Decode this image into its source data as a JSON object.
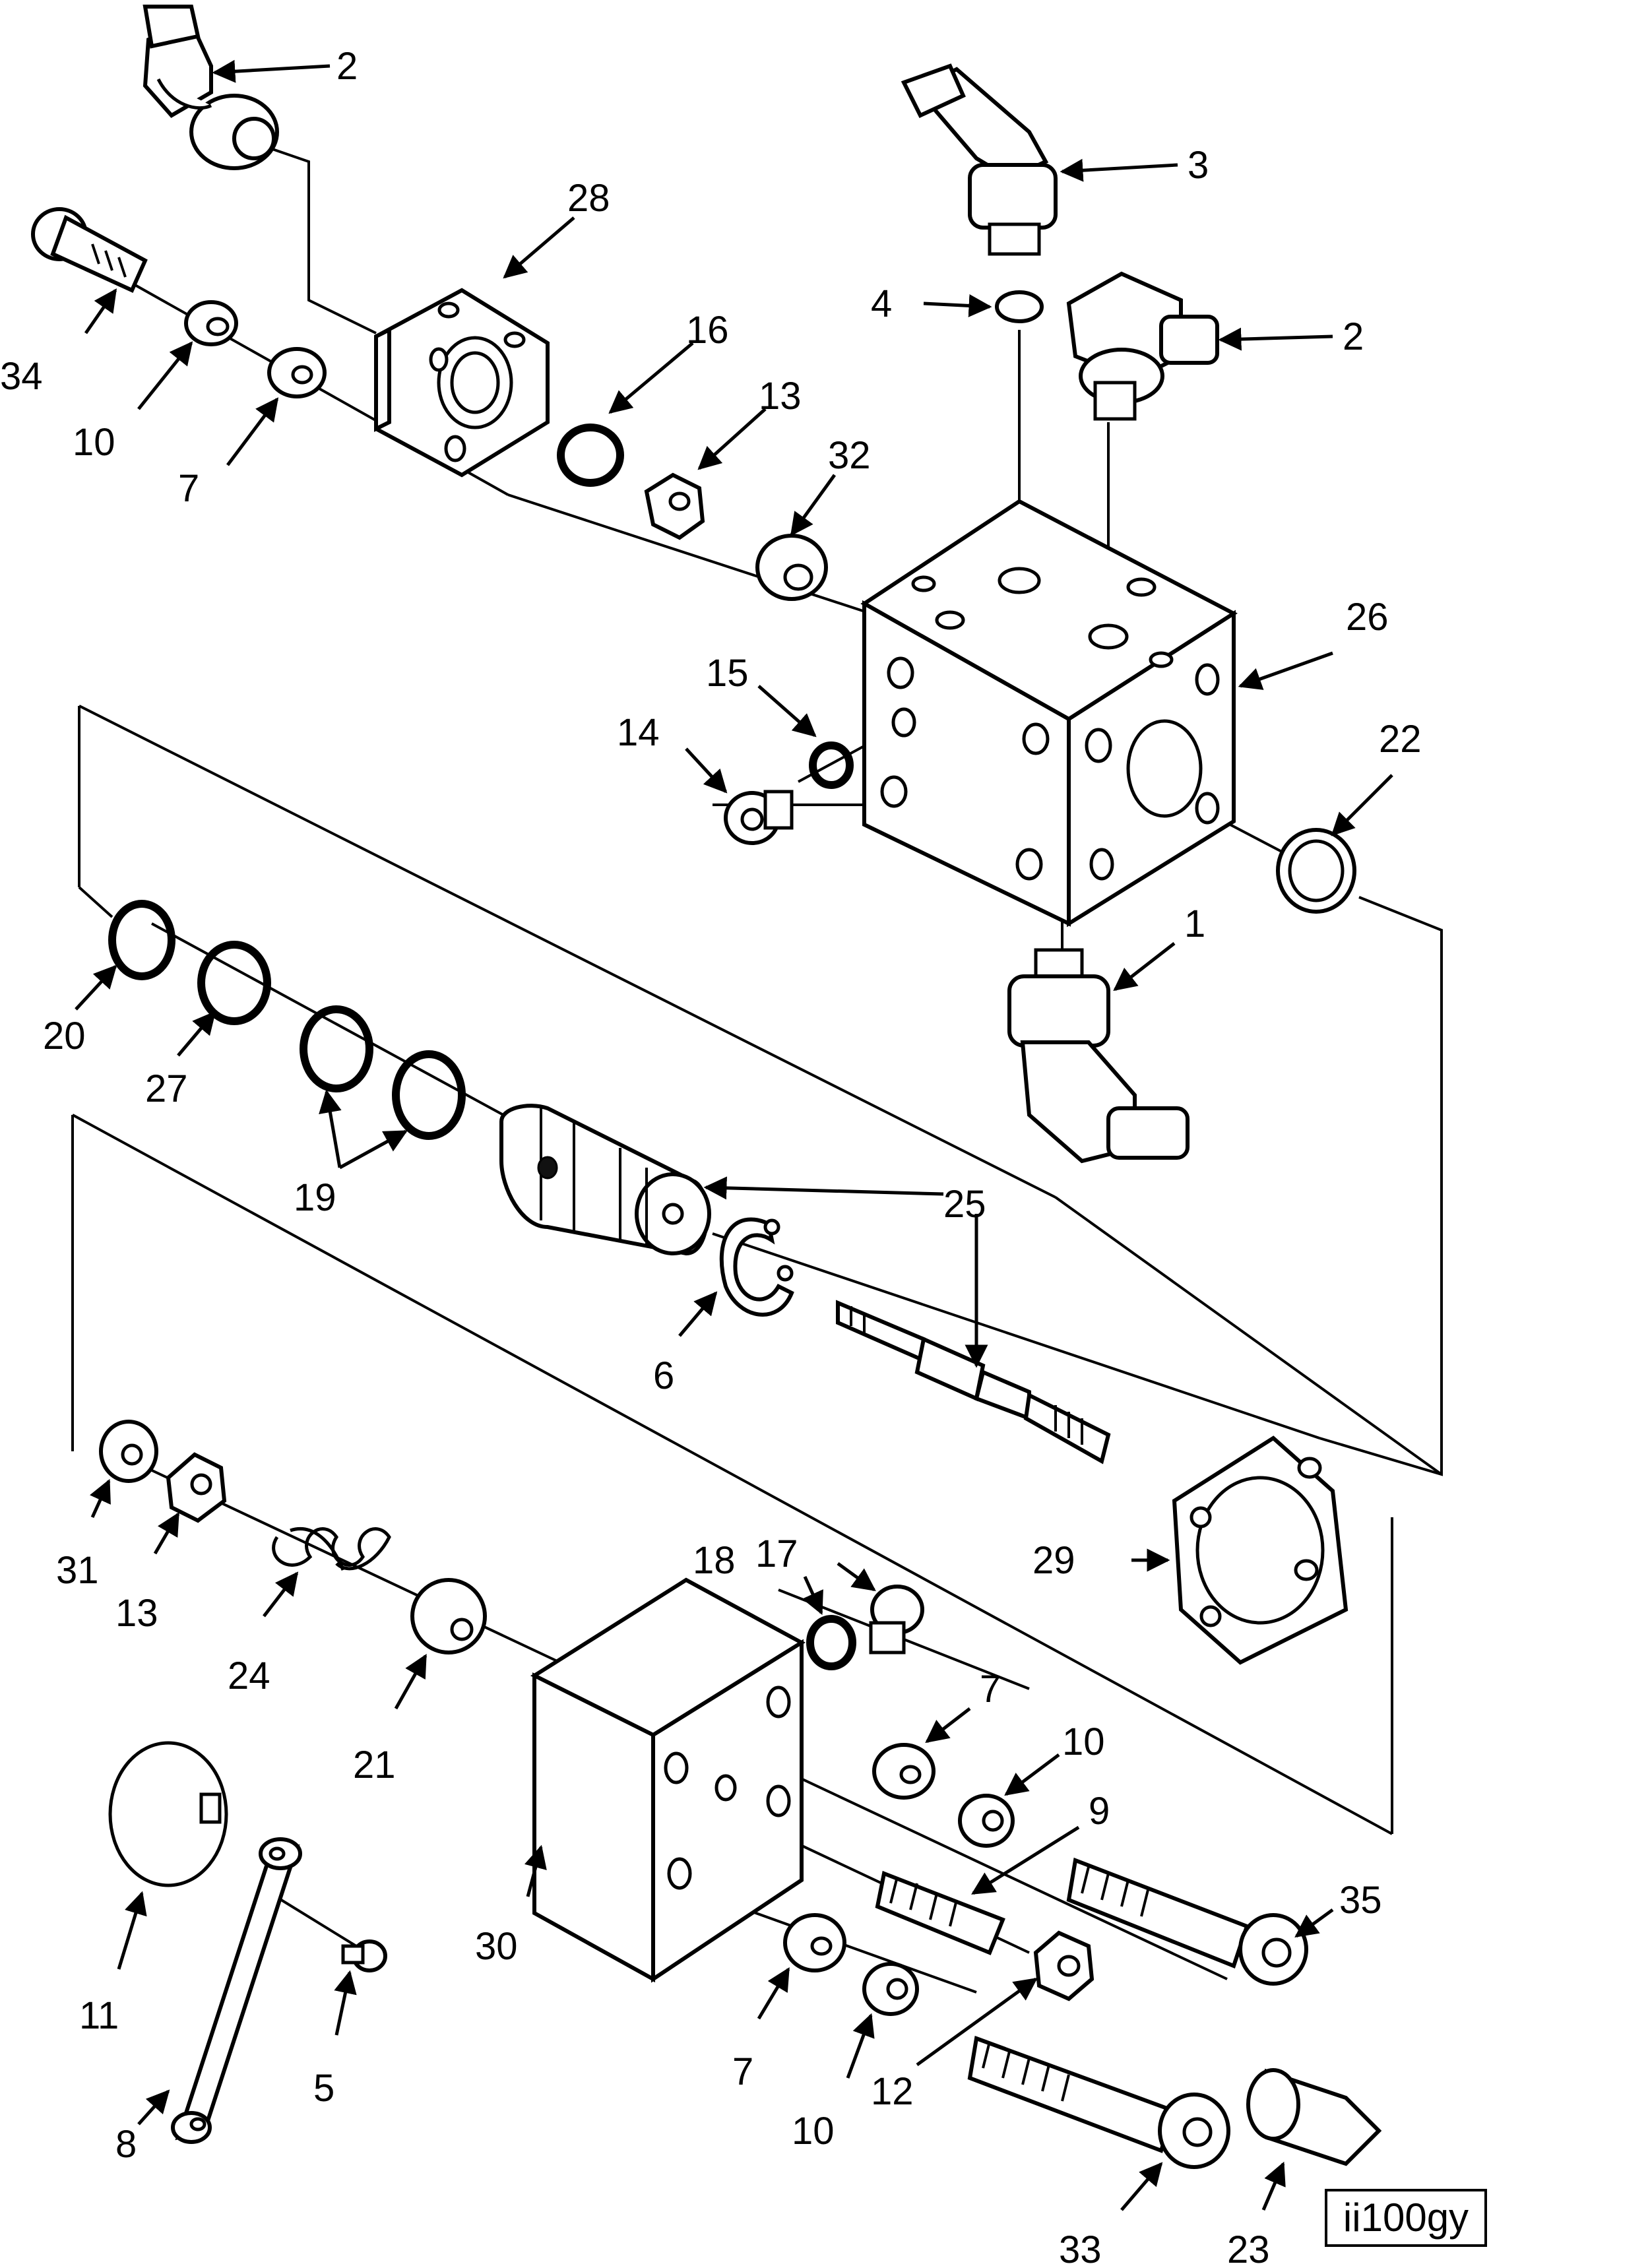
{
  "drawing_code": "ii100gy",
  "callouts": {
    "c1": "1",
    "c2a": "2",
    "c2b": "2",
    "c3": "3",
    "c4": "4",
    "c5": "5",
    "c6": "6",
    "c7a": "7",
    "c7b": "7",
    "c7c": "7",
    "c8": "8",
    "c9": "9",
    "c10a": "10",
    "c10b": "10",
    "c10c": "10",
    "c11": "11",
    "c12": "12",
    "c13a": "13",
    "c13b": "13",
    "c14": "14",
    "c15": "15",
    "c16": "16",
    "c17": "17",
    "c18": "18",
    "c19": "19",
    "c20": "20",
    "c21": "21",
    "c22": "22",
    "c23": "23",
    "c24": "24",
    "c25": "25",
    "c26": "26",
    "c27": "27",
    "c28": "28",
    "c29": "29",
    "c30": "30",
    "c31": "31",
    "c32": "32",
    "c33": "33",
    "c34": "34",
    "c35": "35"
  }
}
